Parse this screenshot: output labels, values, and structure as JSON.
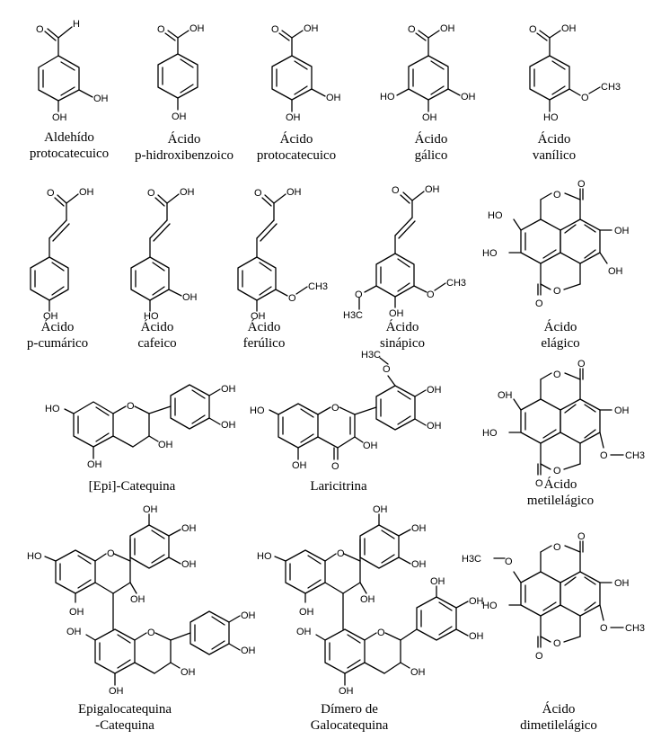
{
  "compounds": [
    {
      "name": [
        "Aldehído",
        "protocatecuico"
      ],
      "atoms": [
        "H",
        "O",
        "OH",
        "OH"
      ]
    },
    {
      "name": [
        "Ácido",
        "p-hidroxibenzoico"
      ],
      "atoms": [
        "O",
        "OH",
        "OH"
      ]
    },
    {
      "name": [
        "Ácido",
        "protocatecuico"
      ],
      "atoms": [
        "O",
        "OH",
        "OH",
        "OH"
      ]
    },
    {
      "name": [
        "Ácido",
        "gálico"
      ],
      "atoms": [
        "O",
        "OH",
        "HO",
        "OH",
        "OH"
      ]
    },
    {
      "name": [
        "Ácido",
        "vanílico"
      ],
      "atoms": [
        "O",
        "OH",
        "O",
        "CH3",
        "HO"
      ]
    },
    {
      "name": [
        "Ácido",
        "p-cumárico"
      ],
      "atoms": [
        "O",
        "OH",
        "OH"
      ]
    },
    {
      "name": [
        "Ácido",
        "cafeico"
      ],
      "atoms": [
        "O",
        "OH",
        "OH",
        "HO"
      ]
    },
    {
      "name": [
        "Ácido",
        "ferúlico"
      ],
      "atoms": [
        "O",
        "OH",
        "O",
        "CH3",
        "OH"
      ]
    },
    {
      "name": [
        "Ácido",
        "sinápico"
      ],
      "atoms": [
        "O",
        "OH",
        "O",
        "CH3",
        "O",
        "H3C",
        "OH"
      ]
    },
    {
      "name": [
        "Ácido",
        "elágico"
      ],
      "atoms": [
        "O",
        "O",
        "HO",
        "HO",
        "OH",
        "OH",
        "O",
        "O"
      ]
    },
    {
      "name": [
        "[Epi]-Catequina"
      ],
      "atoms": [
        "OH",
        "OH",
        "HO",
        "O",
        "OH",
        "OH"
      ]
    },
    {
      "name": [
        "Laricitrina"
      ],
      "atoms": [
        "H3C",
        "O",
        "OH",
        "HO",
        "O",
        "OH",
        "OH",
        "OH",
        "O"
      ]
    },
    {
      "name": [
        "Ácido",
        "metilelágico"
      ],
      "atoms": [
        "O",
        "O",
        "OH",
        "HO",
        "OH",
        "O",
        "CH3",
        "O",
        "O"
      ]
    },
    {
      "name": [
        "Epigalocatequina",
        "-Catequina"
      ],
      "atoms": [
        "OH",
        "OH",
        "OH",
        "HO",
        "O",
        "OH",
        "OH",
        "OH",
        "OH",
        "O",
        "OH",
        "OH",
        "OH"
      ]
    },
    {
      "name": [
        "Dímero de",
        "Galocatequina"
      ],
      "atoms": [
        "OH",
        "OH",
        "OH",
        "HO",
        "O",
        "OH",
        "OH",
        "OH",
        "OH",
        "OH",
        "O",
        "OH",
        "OH",
        "OH"
      ]
    },
    {
      "name": [
        "Ácido",
        "dimetilelágico"
      ],
      "atoms": [
        "O",
        "O",
        "H3C",
        "O",
        "HO",
        "OH",
        "O",
        "CH3",
        "O",
        "O"
      ]
    }
  ]
}
